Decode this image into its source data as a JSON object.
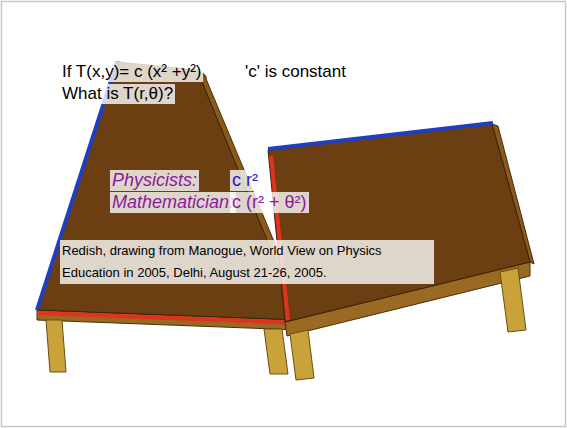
{
  "diagram": {
    "labels": [
      "If T(x,y)= c (x² +y²)",
      "'c' is constant",
      "What is T(r,θ)?",
      "Physicists:",
      "c r²",
      "Mathematician:",
      "c (r² + θ²)",
      "Redish, drawing from Manogue, World View on Physics Education in 2005, Delhi, August 21-26, 2005."
    ]
  }
}
